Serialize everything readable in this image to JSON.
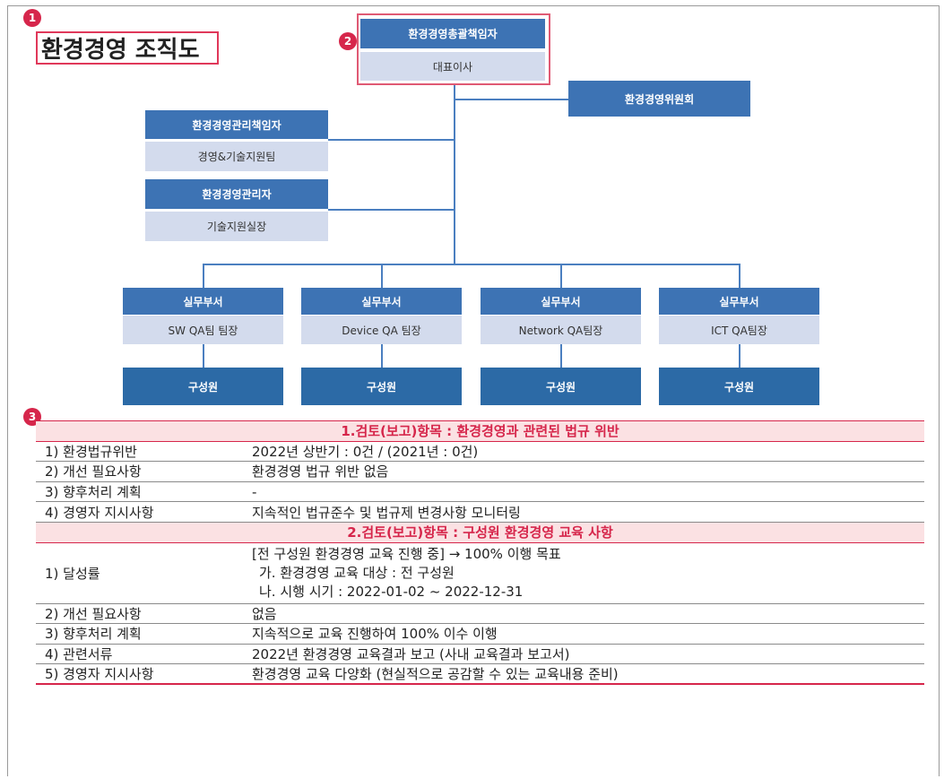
{
  "markers": [
    "1",
    "2",
    "3"
  ],
  "title": "환경경영 조직도",
  "org": {
    "chief_officer": {
      "title": "환경경영총괄책임자",
      "holder": "대표이사"
    },
    "committee": "환경경영위원회",
    "mgmt_officer": {
      "title": "환경경영관리책임자",
      "holder": "경영&기술지원팀"
    },
    "manager": {
      "title": "환경경영관리자",
      "holder": "기술지원실장"
    },
    "departments": [
      {
        "label": "실무부서",
        "lead": "SW QA팀 팀장",
        "members": "구성원"
      },
      {
        "label": "실무부서",
        "lead": "Device QA 팀장",
        "members": "구성원"
      },
      {
        "label": "실무부서",
        "lead": "Network QA팀장",
        "members": "구성원"
      },
      {
        "label": "실무부서",
        "lead": "ICT QA팀장",
        "members": "구성원"
      }
    ]
  },
  "sections": [
    {
      "header": "1.검토(보고)항목 : 환경경영과 관련된 법규 위반",
      "rows": [
        {
          "label": "1) 환경법규위반",
          "value": "2022년 상반기 : 0건 / (2021년 : 0건)"
        },
        {
          "label": "2) 개선 필요사항",
          "value": "환경경영 법규 위반 없음"
        },
        {
          "label": "3) 향후처리 계획",
          "value": "-"
        },
        {
          "label": "4) 경영자 지시사항",
          "value": "지속적인 법규준수 및 법규제 변경사항 모니터링"
        }
      ]
    },
    {
      "header": "2.검토(보고)항목 : 구성원 환경경영 교육 사항",
      "rows": [
        {
          "label": "1) 달성률",
          "lines": [
            "[전 구성원 환경경영 교육 진행 중] → 100% 이행 목표",
            "가. 환경경영 교육 대상 : 전 구성원",
            "나. 시행 시기 : 2022-01-02 ~ 2022-12-31"
          ]
        },
        {
          "label": "2) 개선 필요사항",
          "value": "없음"
        },
        {
          "label": "3) 향후처리 계획",
          "value": "지속적으로 교육 진행하여 100% 이수 이행"
        },
        {
          "label": "4) 관련서류",
          "value": "2022년 환경경영 교육결과 보고 (사내 교육결과 보고서)"
        },
        {
          "label": "5) 경영자 지시사항",
          "value": "환경경영 교육 다양화 (현실적으로 공감할 수 있는 교육내용 준비)"
        }
      ]
    }
  ]
}
